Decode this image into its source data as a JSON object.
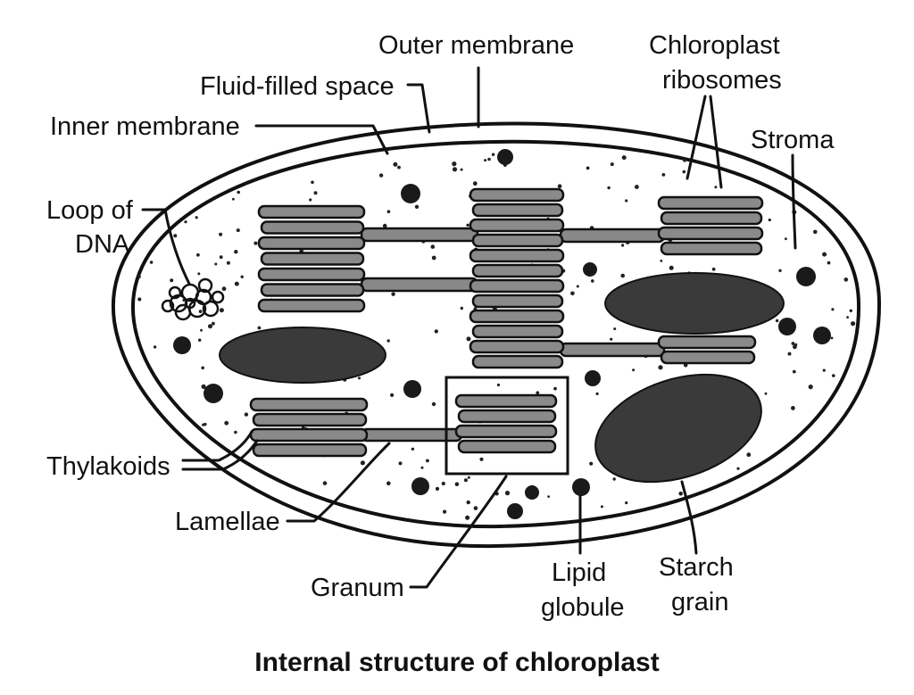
{
  "labels": {
    "outer_membrane": "Outer membrane",
    "fluid_filled_space": "Fluid-filled space",
    "inner_membrane": "Inner membrane",
    "chloroplast_ribosomes": [
      "Chloroplast",
      "ribosomes"
    ],
    "stroma": "Stroma",
    "loop_of_dna": [
      "Loop of",
      "DNA"
    ],
    "thylakoids": "Thylakoids",
    "lamellae": "Lamellae",
    "granum": "Granum",
    "lipid_globule": [
      "Lipid",
      "globule"
    ],
    "starch_grain": [
      "Starch",
      "grain"
    ]
  },
  "caption": "Internal structure of chloroplast"
}
